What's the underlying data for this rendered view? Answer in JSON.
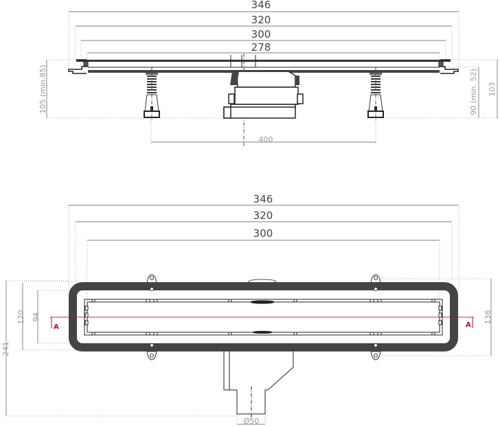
{
  "drawing": {
    "subject": "shower drain channel technical drawing",
    "side_view": {
      "dimensions_horizontal": [
        "346",
        "320",
        "300",
        "278"
      ],
      "leg_spacing": "400",
      "height_left": "105 (min.85)",
      "height_right_inner": "90 (min. 52)",
      "height_right_outer": "103"
    },
    "top_view": {
      "dimensions_horizontal": [
        "346",
        "320",
        "300"
      ],
      "height_outer": "241",
      "height_frame": "120",
      "height_grate": "94",
      "height_right": "136",
      "outlet_diameter": "Ø50",
      "section_label_left": "A",
      "section_label_right": "A"
    },
    "colors": {
      "dimension_line": "#999999",
      "frame": "#444444",
      "section_line": "#d0021b",
      "outline": "#222222"
    }
  }
}
